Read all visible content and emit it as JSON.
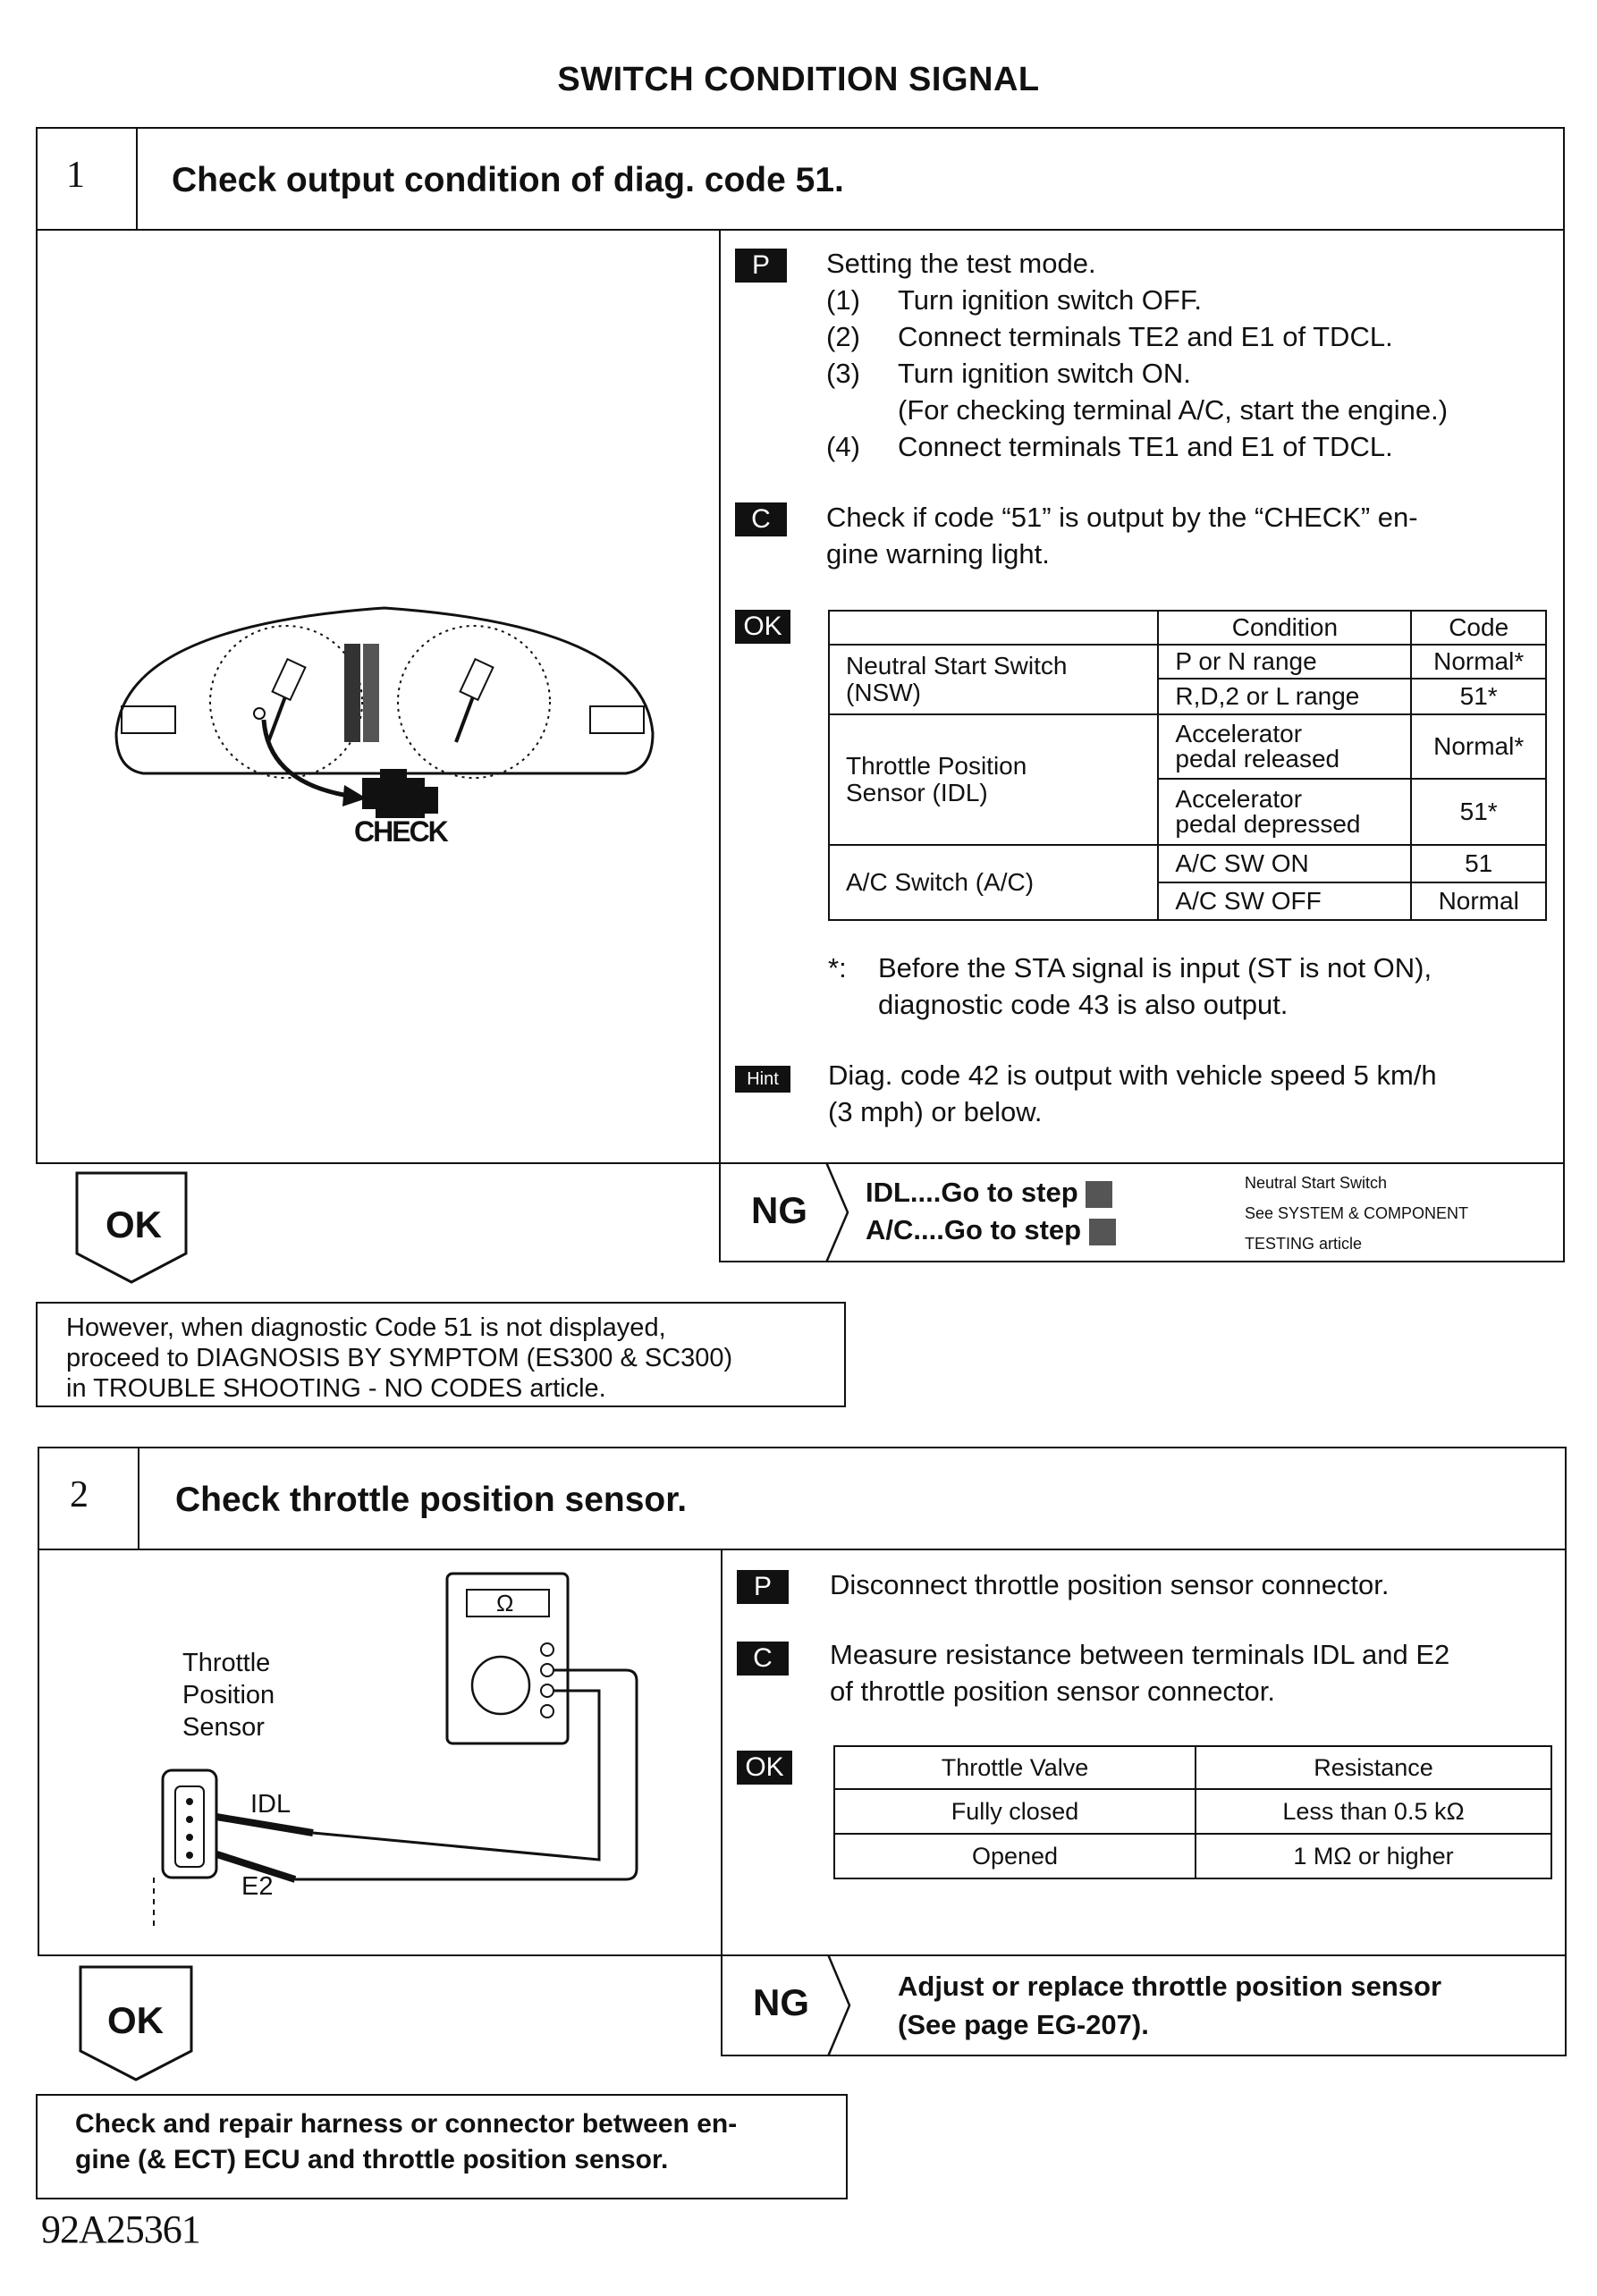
{
  "page_title": "SWITCH CONDITION SIGNAL",
  "step1": {
    "number": "1",
    "title": "Check output condition of diag. code 51.",
    "figure": {
      "check_label": "CHECK"
    },
    "prep": {
      "badge": "P",
      "heading": "Setting the test mode.",
      "items": [
        {
          "num": "(1)",
          "text": "Turn ignition switch OFF."
        },
        {
          "num": "(2)",
          "text": "Connect terminals TE2 and E1 of TDCL."
        },
        {
          "num": "(3)",
          "text": "Turn ignition switch ON."
        },
        {
          "num": "",
          "text": "(For checking terminal A/C, start the engine.)"
        },
        {
          "num": "(4)",
          "text": "Connect terminals TE1 and E1 of TDCL."
        }
      ]
    },
    "check": {
      "badge": "C",
      "lines": [
        "Check if code “51” is output by the “CHECK” en-",
        "gine warning light."
      ]
    },
    "ok_table": {
      "badge": "OK",
      "headers": [
        "Condition",
        "Code"
      ],
      "groups": [
        {
          "name": [
            "Neutral Start Switch",
            "(NSW)"
          ],
          "rows": [
            [
              "P or N range",
              "Normal*"
            ],
            [
              "R,D,2 or L range",
              "51*"
            ]
          ]
        },
        {
          "name": [
            "Throttle Position",
            "Sensor (IDL)"
          ],
          "rows": [
            [
              "Accelerator|pedal released",
              "Normal*"
            ],
            [
              "Accelerator|pedal depressed",
              "51*"
            ]
          ]
        },
        {
          "name": [
            "A/C Switch (A/C)"
          ],
          "rows": [
            [
              "A/C SW ON",
              "51"
            ],
            [
              "A/C SW OFF",
              "Normal"
            ]
          ]
        }
      ]
    },
    "footnote": {
      "mark": "*:",
      "lines": [
        "Before the STA signal is input (ST is not ON),",
        "diagnostic code 43 is also output."
      ]
    },
    "hint": {
      "badge": "Hint",
      "lines": [
        "Diag. code 42 is output with vehicle speed 5 km/h",
        "(3 mph) or below."
      ]
    },
    "ok_label": "OK",
    "ng": {
      "label": "NG",
      "line1": "IDL....Go to step",
      "line2": "A/C....Go to step",
      "ref_lines": [
        "Neutral Start Switch",
        "See SYSTEM & COMPONENT",
        "TESTING article"
      ]
    },
    "note_lines": [
      "However, when diagnostic Code 51 is not displayed,",
      "proceed to DIAGNOSIS BY SYMPTOM (ES300 & SC300)",
      "in TROUBLE SHOOTING  -  NO CODES article."
    ]
  },
  "step2": {
    "number": "2",
    "title": "Check throttle position sensor.",
    "figure": {
      "sensor_label": [
        "Throttle",
        "Position",
        "Sensor"
      ],
      "idl_label": "IDL",
      "e2_label": "E2",
      "meter_symbol": "Ω"
    },
    "prep": {
      "badge": "P",
      "text": "Disconnect throttle position sensor connector."
    },
    "check": {
      "badge": "C",
      "lines": [
        "Measure resistance between terminals IDL and E2",
        "of throttle position sensor connector."
      ]
    },
    "ok_table": {
      "badge": "OK",
      "headers": [
        "Throttle Valve",
        "Resistance"
      ],
      "rows": [
        [
          "Fully closed",
          "Less than 0.5 kΩ"
        ],
        [
          "Opened",
          "1 MΩ or higher"
        ]
      ]
    },
    "ok_label": "OK",
    "ng": {
      "label": "NG",
      "lines": [
        "Adjust or replace throttle position sensor",
        "(See page EG-207)."
      ]
    },
    "result_lines": [
      "Check and repair harness or connector between en-",
      "gine (& ECT) ECU and throttle position sensor."
    ]
  },
  "figure_code": "92A25361"
}
